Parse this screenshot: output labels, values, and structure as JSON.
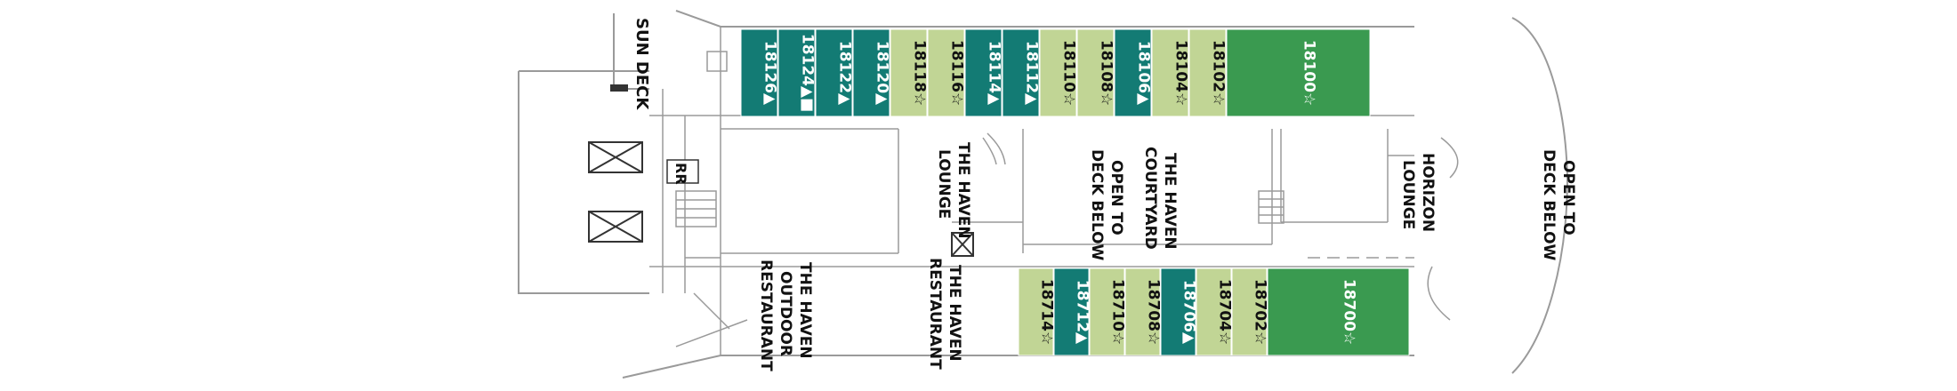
{
  "colors": {
    "suite_teal": "#137b74",
    "light_green": "#c1d595",
    "deep_green": "#3a9a50",
    "text_dark": "#111111",
    "text_on_teal": "#ffffff"
  },
  "labels": {
    "sun_deck": "SUN DECK",
    "rr": "RR",
    "haven_lounge_1": "THE HAVEN",
    "haven_lounge_2": "LOUNGE",
    "courtyard_1": "THE HAVEN",
    "courtyard_2": "COURTYARD",
    "open_below_mid_1": "OPEN TO",
    "open_below_mid_2": "DECK BELOW",
    "horizon_1": "HORIZON",
    "horizon_2": "LOUNGE",
    "open_below_fwd_1": "OPEN TO",
    "open_below_fwd_2": "DECK BELOW",
    "outdoor_1": "THE HAVEN",
    "outdoor_2": "OUTDOOR",
    "outdoor_3": "RESTAURANT",
    "restaurant_1": "THE HAVEN",
    "restaurant_2": "RESTAURANT"
  },
  "cabins_top": [
    {
      "id": "18126▲",
      "style": "teal"
    },
    {
      "id": "18124▲■",
      "style": "teal"
    },
    {
      "id": "18122▲",
      "style": "teal"
    },
    {
      "id": "18120▲",
      "style": "teal"
    },
    {
      "id": "18118☆",
      "style": "light"
    },
    {
      "id": "18116☆",
      "style": "light"
    },
    {
      "id": "18114▲",
      "style": "teal"
    },
    {
      "id": "18112▲",
      "style": "teal"
    },
    {
      "id": "18110☆",
      "style": "light"
    },
    {
      "id": "18108☆",
      "style": "light"
    },
    {
      "id": "18106▲",
      "style": "teal"
    },
    {
      "id": "18104☆",
      "style": "light"
    },
    {
      "id": "18102☆",
      "style": "light"
    },
    {
      "id": "18100☆",
      "style": "deep"
    }
  ],
  "cabins_bottom": [
    {
      "id": "18714☆",
      "style": "light"
    },
    {
      "id": "18712▲",
      "style": "teal"
    },
    {
      "id": "18710☆",
      "style": "light"
    },
    {
      "id": "18708☆",
      "style": "light"
    },
    {
      "id": "18706▲",
      "style": "teal"
    },
    {
      "id": "18704☆",
      "style": "light"
    },
    {
      "id": "18702☆",
      "style": "light"
    },
    {
      "id": "18700☆",
      "style": "deep"
    }
  ]
}
